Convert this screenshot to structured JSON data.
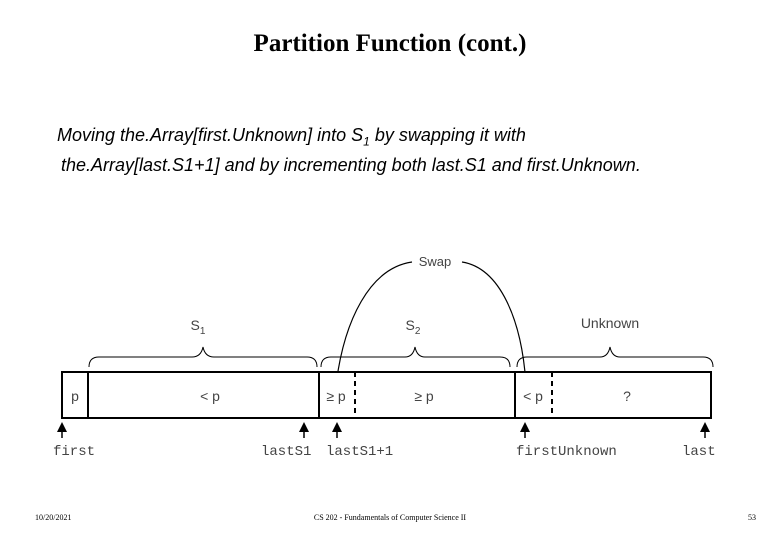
{
  "slide": {
    "title": "Partition Function (cont.)",
    "desc_line1_pre": "Moving the.Array[first.Unknown] into S",
    "desc_line1_sub": "1",
    "desc_line1_post": " by swapping it with",
    "desc_line2": "the.Array[last.S1+1] and by incrementing both last.S1 and first.Unknown."
  },
  "diagram": {
    "swap_label": "Swap",
    "s1_label": "S",
    "s1_sub": "1",
    "s2_label": "S",
    "s2_sub": "2",
    "unknown_label": "Unknown",
    "cells": {
      "pivot": "p",
      "less": "< p",
      "geq_first": "≥ p",
      "geq": "≥ p",
      "less_first_unknown": "< p",
      "unknown": "?"
    },
    "indices": {
      "first": "first",
      "lastS1": "lastS1",
      "lastS1_plus1": "lastS1+1",
      "firstUnknown": "firstUnknown",
      "last": "last"
    }
  },
  "footer": {
    "date": "10/20/2021",
    "course": "CS 202 - Fundamentals of Computer Science II",
    "page": "53"
  }
}
